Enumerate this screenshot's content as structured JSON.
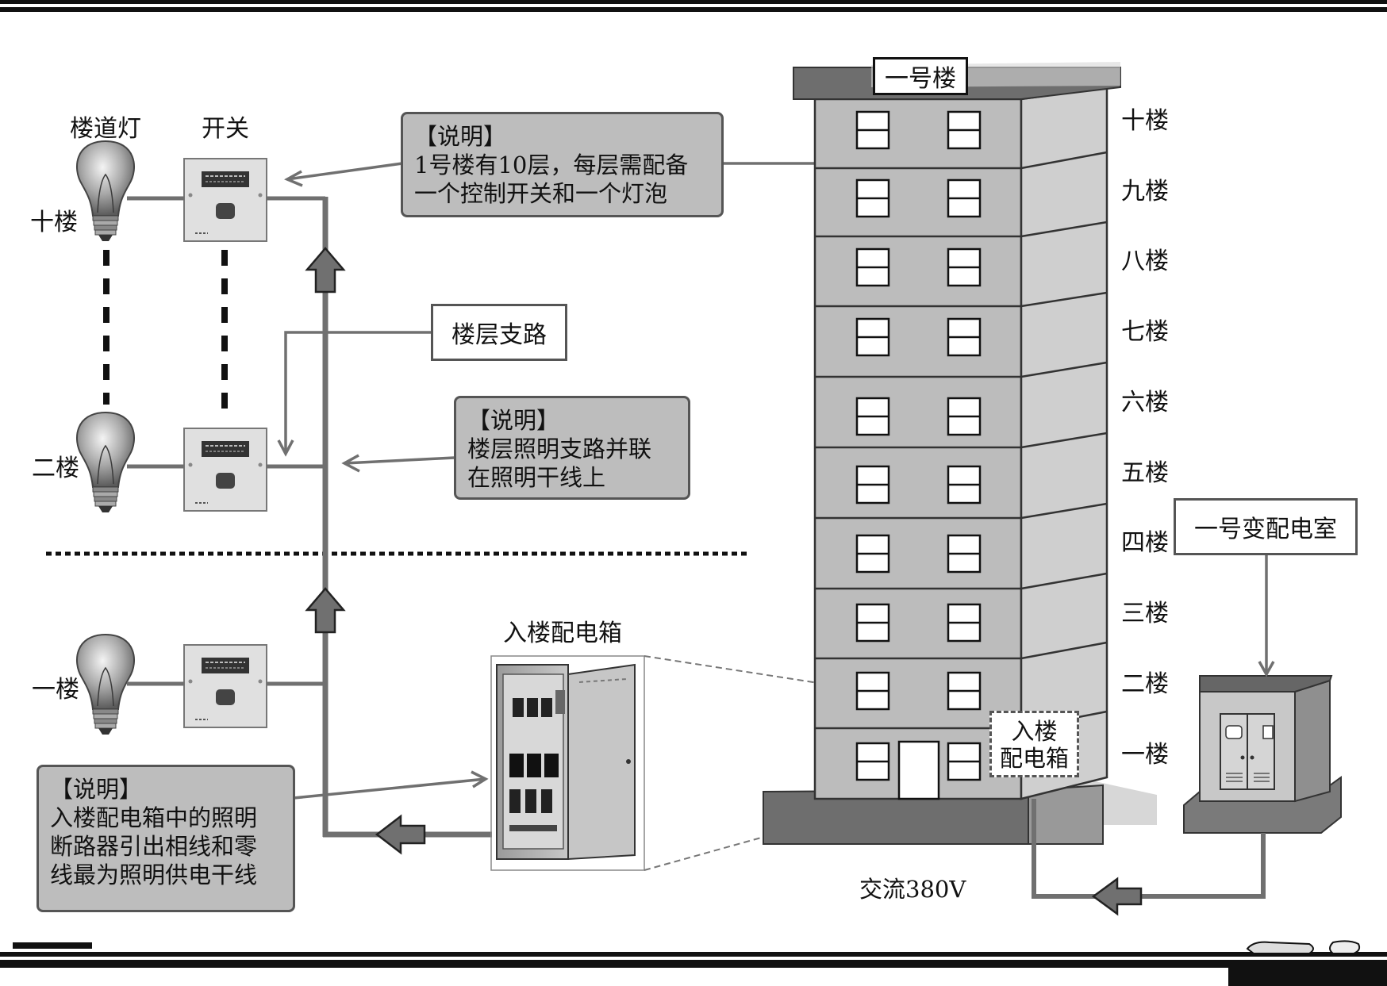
{
  "left_panel": {
    "col_lamp": "楼道灯",
    "col_switch": "开关",
    "floor_top": "十楼",
    "floor_second": "二楼",
    "floor_first": "一楼"
  },
  "labels": {
    "floor_branch": "楼层支路",
    "inbuilding_box_title": "入楼配电箱",
    "inbuilding_box_tag_line1": "入楼",
    "inbuilding_box_tag_line2": "配电箱",
    "building_name": "一号楼",
    "substation": "一号变配电室",
    "ac_voltage": "交流380V"
  },
  "notes": {
    "note1": {
      "title": "【说明】",
      "lines": [
        "1号楼有10层，每层需配备",
        "一个控制开关和一个灯泡"
      ]
    },
    "note2": {
      "title": "【说明】",
      "lines": [
        "楼层照明支路并联",
        "在照明干线上"
      ]
    },
    "note3": {
      "title": "【说明】",
      "lines": [
        "入楼配电箱中的照明",
        "断路器引出相线和零",
        "线最为照明供电干线"
      ]
    }
  },
  "building_floors": [
    "十楼",
    "九楼",
    "八楼",
    "七楼",
    "六楼",
    "五楼",
    "四楼",
    "三楼",
    "二楼",
    "一楼"
  ],
  "colors": {
    "wire": "#707070",
    "arrow_fill": "#707070",
    "building_face": "#bcbcbc",
    "building_side": "#cfcfcf",
    "roof": "#6e6e6e",
    "note_fill": "#bdbdbd"
  }
}
